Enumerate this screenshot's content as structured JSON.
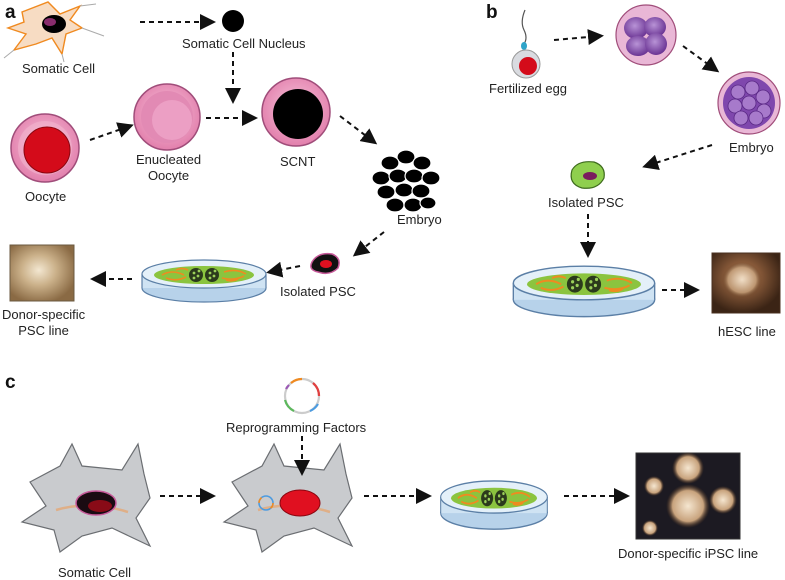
{
  "panels": {
    "a": {
      "letter": "a",
      "somatic_cell": "Somatic Cell",
      "somatic_nucleus": "Somatic Cell Nucleus",
      "oocyte": "Oocyte",
      "enucleated_oocyte_line1": "Enucleated",
      "enucleated_oocyte_line2": "Oocyte",
      "scnt": "SCNT",
      "embryo": "Embryo",
      "isolated_psc": "Isolated PSC",
      "line_label_1": "Donor-specific",
      "line_label_2": "PSC line"
    },
    "b": {
      "letter": "b",
      "fertilized_egg": "Fertilized egg",
      "embryo": "Embryo",
      "isolated_psc": "Isolated PSC",
      "hesc_line": "hESC line"
    },
    "c": {
      "letter": "c",
      "reprogramming_factors": "Reprogramming Factors",
      "somatic_cell": "Somatic Cell",
      "ipsc_line": "Donor-specific iPSC line"
    }
  },
  "colors": {
    "oocyte_red": "#d40b1a",
    "zona_pink": "#f0a6c4",
    "nucleus_black": "#000000",
    "embryo_purple": "#8d55b4",
    "dish_blue": "#cfe3f3",
    "colony_green": "#8bc43f",
    "fibroblast_orange": "#f08a20",
    "psc_green": "#8fcf4e",
    "cell_grey": "#c9cbce"
  }
}
